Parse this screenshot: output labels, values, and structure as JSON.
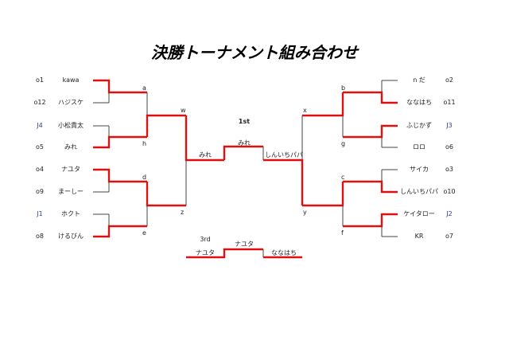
{
  "title": "決勝トーナメント組み合わせ",
  "colors": {
    "winner_line": "#e01010",
    "bracket_line": "#444444",
    "j_seed": "#2b3fa8"
  },
  "left_entries": [
    {
      "seed": "o1",
      "name": "kawa",
      "j": false
    },
    {
      "seed": "o12",
      "name": "ハジスケ",
      "j": false
    },
    {
      "seed": "J4",
      "name": "小松貴太",
      "j": true
    },
    {
      "seed": "o5",
      "name": "みれ",
      "j": false
    },
    {
      "seed": "o4",
      "name": "ナユタ",
      "j": false
    },
    {
      "seed": "o9",
      "name": "まーしー",
      "j": false
    },
    {
      "seed": "J1",
      "name": "ホクト",
      "j": true
    },
    {
      "seed": "o8",
      "name": "けるびん",
      "j": false
    }
  ],
  "right_entries": [
    {
      "seed": "o2",
      "name": "n だ",
      "j": false
    },
    {
      "seed": "o11",
      "name": "ななはち",
      "j": false
    },
    {
      "seed": "J3",
      "name": "ふじかず",
      "j": true
    },
    {
      "seed": "o6",
      "name": "ロロ",
      "j": false
    },
    {
      "seed": "o3",
      "name": "サイカ",
      "j": false
    },
    {
      "seed": "o10",
      "name": "しんいちパパ",
      "j": false
    },
    {
      "seed": "J2",
      "name": "ケイタロー",
      "j": true
    },
    {
      "seed": "o7",
      "name": "KR",
      "j": false
    }
  ],
  "match_labels": {
    "a": "a",
    "h": "h",
    "d": "d",
    "e": "e",
    "b": "b",
    "g": "g",
    "c": "c",
    "f": "f",
    "w": "w",
    "z": "z",
    "x": "x",
    "y": "y"
  },
  "final": {
    "label": "1st",
    "left_finalist": "みれ",
    "right_finalist": "しんいちパパ",
    "champion": "みれ"
  },
  "third_place": {
    "label": "3rd",
    "left": "ナユタ",
    "right": "ななはち",
    "winner": "ナユタ"
  }
}
